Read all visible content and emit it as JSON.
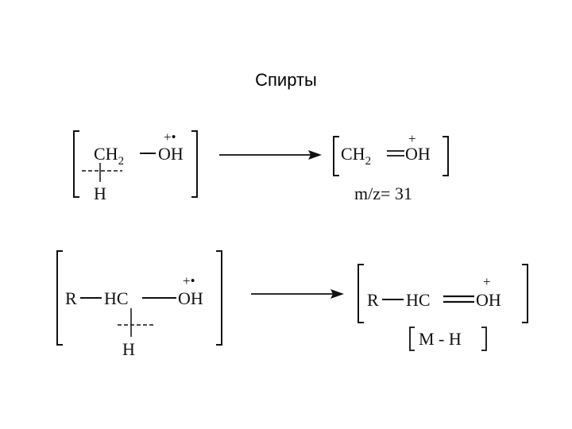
{
  "title": "Спирты",
  "reaction1": {
    "reactant": {
      "left_group": "CH",
      "left_sub": "2",
      "right_group": "OH",
      "charge": "+•",
      "h_atom": "H"
    },
    "product": {
      "left_group": "CH",
      "left_sub": "2",
      "right_group": "OH",
      "charge": "+",
      "mz": "m/z= 31"
    }
  },
  "reaction2": {
    "reactant": {
      "r": "R",
      "hc": "HC",
      "oh": "OH",
      "charge": "+•",
      "h_atom": "H"
    },
    "product": {
      "r": "R",
      "hc": "HC",
      "oh": "OH",
      "charge": "+",
      "label": "M - H"
    }
  },
  "colors": {
    "ink": "#111111",
    "background": "#ffffff"
  }
}
